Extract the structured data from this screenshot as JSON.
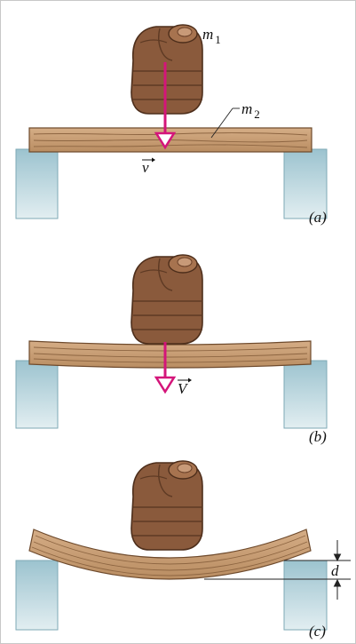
{
  "panels": [
    {
      "id": "a",
      "label": "(a)",
      "fist_label": "m",
      "fist_label_sub": "1",
      "plank_label": "m",
      "plank_label_sub": "2",
      "velocity_label": "v"
    },
    {
      "id": "b",
      "label": "(b)",
      "velocity_label": "V"
    },
    {
      "id": "c",
      "label": "(c)",
      "deflection_label": "d"
    }
  ],
  "colors": {
    "support": "#a9cbd5",
    "support_edge": "#7ea9b6",
    "plank": "#c9a079",
    "plank_grain": "#8e6642",
    "fist": "#8a5a3c",
    "fist_shadow": "#5e3a24",
    "arrow": "#d4157a",
    "frame": "#c8c8c8"
  },
  "icons": {
    "fist": "fist-icon",
    "arrow": "velocity-arrow-icon"
  }
}
